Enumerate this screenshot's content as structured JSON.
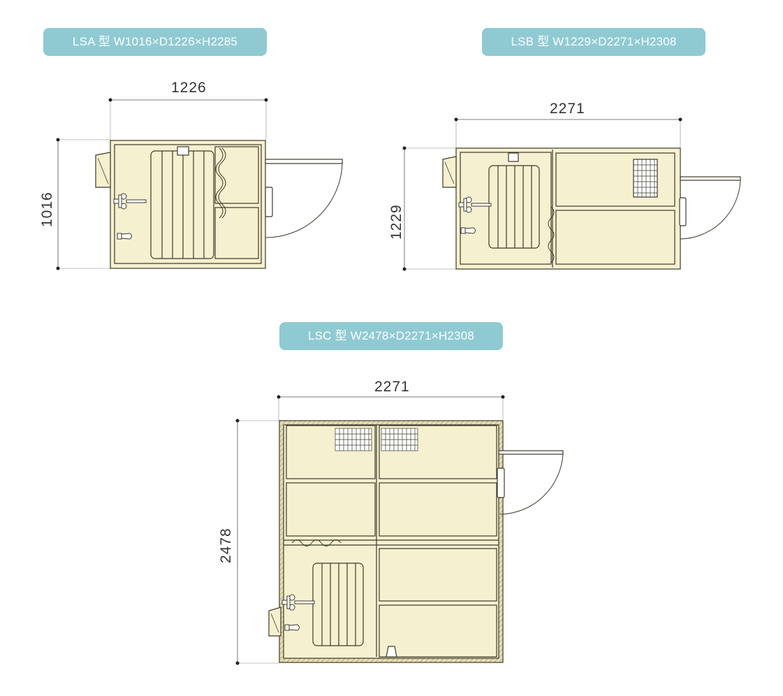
{
  "colors": {
    "badge": "#8fcad3",
    "floor": "#f5f0cf",
    "line": "#3c3a2c",
    "hatch": "#c9be8f",
    "dimline": "#555555"
  },
  "units": [
    {
      "id": "lsa",
      "badge": "LSA 型 W1016×D1226×H2285",
      "width_dim": "1226",
      "height_dim": "1016"
    },
    {
      "id": "lsb",
      "badge": "LSB 型 W1229×D2271×H2308",
      "width_dim": "2271",
      "height_dim": "1229"
    },
    {
      "id": "lsc",
      "badge": "LSC 型 W2478×D2271×H2308",
      "width_dim": "2271",
      "height_dim": "2478"
    }
  ]
}
